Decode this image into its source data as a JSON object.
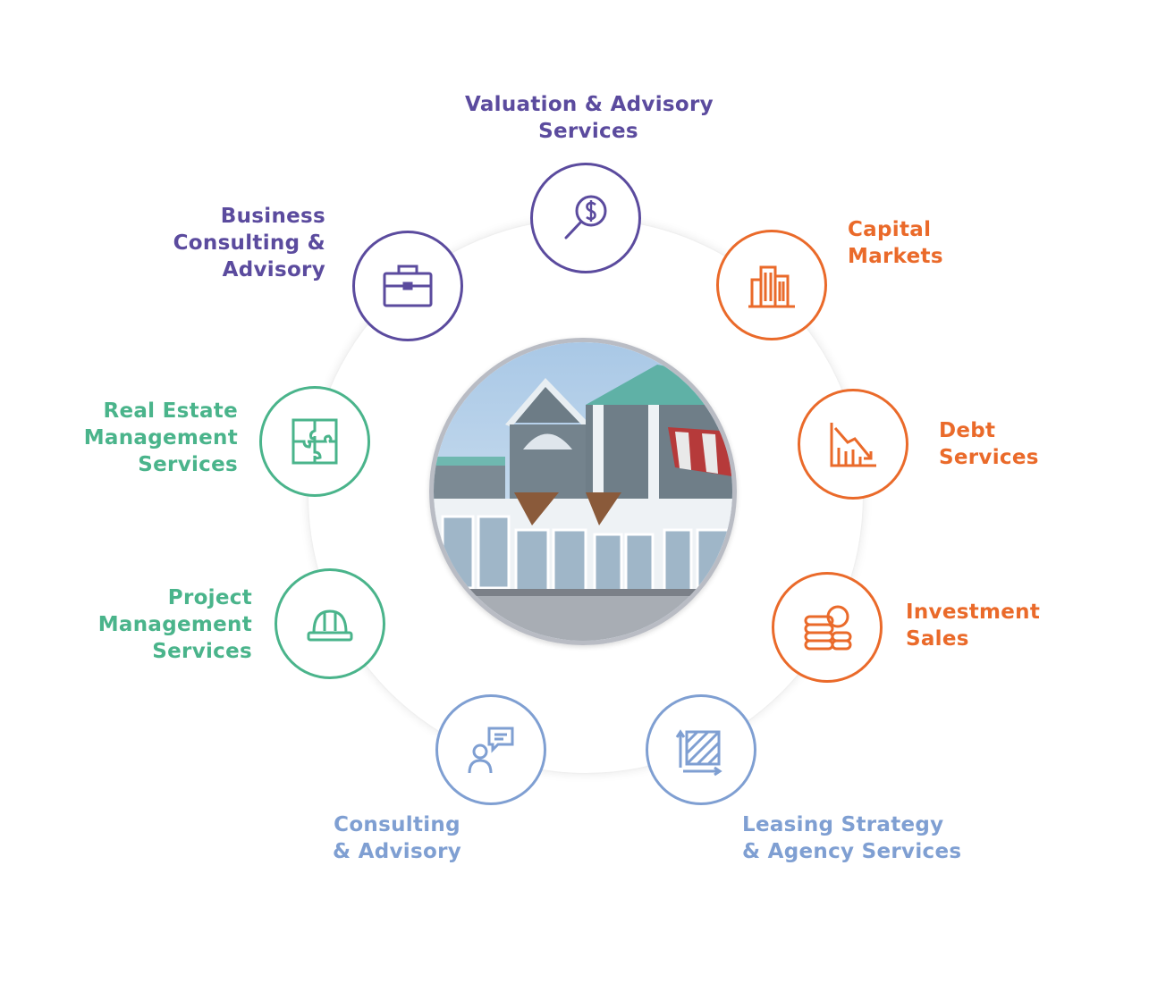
{
  "colors": {
    "purple": "#5b4b9e",
    "orange": "#ea6a2a",
    "green": "#4ab48b",
    "blue": "#7f9fd2"
  },
  "services": {
    "valuation": {
      "line1": "Valuation & Advisory",
      "line2": "Services",
      "icon": "dollar-magnifier-icon"
    },
    "capital": {
      "line1": "Capital",
      "line2": "Markets",
      "icon": "buildings-icon"
    },
    "debt": {
      "line1": "Debt",
      "line2": "Services",
      "icon": "declining-chart-icon"
    },
    "investment": {
      "line1": "Investment",
      "line2": "Sales",
      "icon": "coin-stack-icon"
    },
    "leasing": {
      "line1": "Leasing Strategy",
      "line2": "& Agency Services",
      "icon": "area-expand-icon"
    },
    "consulting": {
      "line1": "Consulting",
      "line2": "& Advisory",
      "icon": "person-chat-icon"
    },
    "project": {
      "line1": "Project",
      "line2": "Management",
      "line3": "Services",
      "icon": "hard-hat-icon"
    },
    "realestate": {
      "line1": "Real Estate",
      "line2": "Management",
      "line3": "Services",
      "icon": "puzzle-icon"
    },
    "business": {
      "line1": "Business",
      "line2": "Consulting &",
      "line3": "Advisory",
      "icon": "briefcase-icon"
    }
  },
  "center_image": {
    "subject": "commercial-building-photo"
  }
}
